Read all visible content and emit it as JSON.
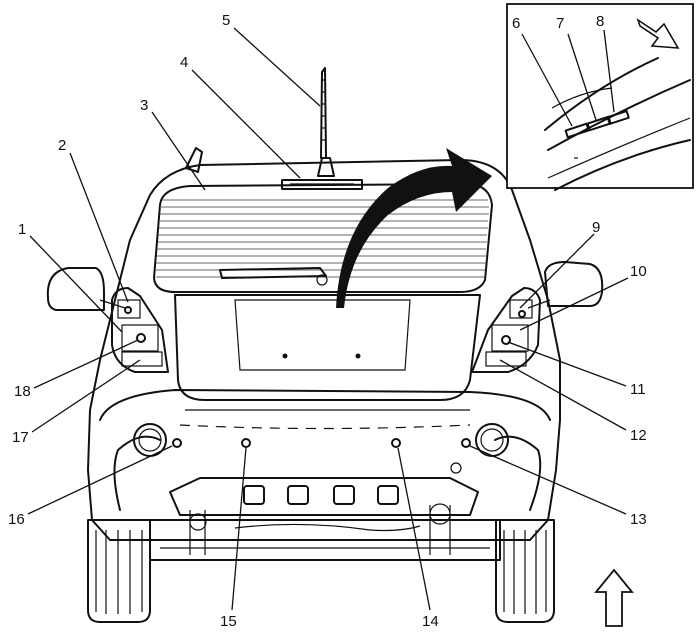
{
  "callouts": {
    "c1": "1",
    "c2": "2",
    "c3": "3",
    "c4": "4",
    "c5": "5",
    "c6": "6",
    "c7": "7",
    "c8": "8",
    "c9": "9",
    "c10": "10",
    "c11": "11",
    "c12": "12",
    "c13": "13",
    "c14": "14",
    "c15": "15",
    "c16": "16",
    "c17": "17",
    "c18": "18"
  },
  "icons": {
    "inset_arrow": "outline-arrow-down-right-icon",
    "front_arrow": "outline-arrow-up-icon",
    "swing_arrow": "curved-arrow-icon"
  }
}
